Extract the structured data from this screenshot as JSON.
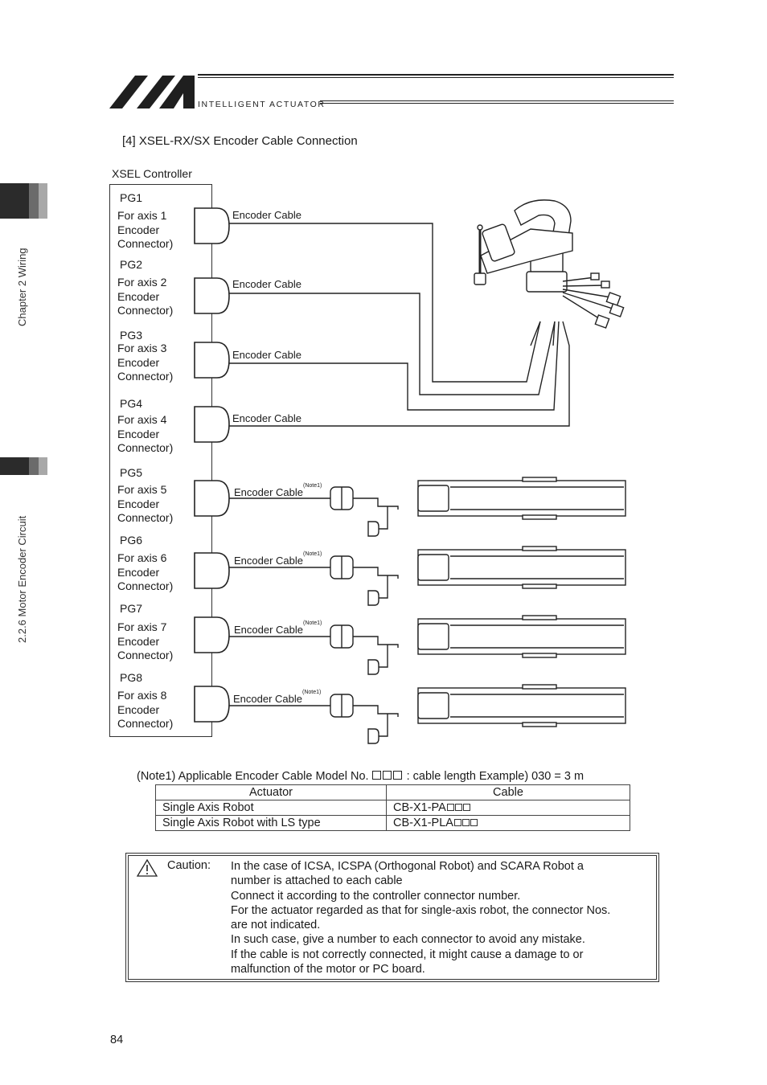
{
  "header": {
    "brand": "INTELLIGENT ACTUATOR"
  },
  "side_tabs": {
    "chapter": "Chapter 2 Wiring",
    "section": "2.2.6 Motor Encoder Circuit"
  },
  "section_title": "[4]   XSEL-RX/SX Encoder Cable Connection",
  "controller_label": "XSEL Controller",
  "ports": [
    {
      "pg": "PG1",
      "line1": "For axis 1",
      "line2": "Encoder",
      "line3": "Connector)",
      "cable": "Encoder Cable",
      "note": ""
    },
    {
      "pg": "PG2",
      "line1": "For axis 2",
      "line2": "Encoder",
      "line3": "Connector)",
      "cable": "Encoder Cable",
      "note": ""
    },
    {
      "pg": "PG3",
      "line1": "For axis 3",
      "line2": "Encoder",
      "line3": "Connector)",
      "cable": "Encoder Cable",
      "note": ""
    },
    {
      "pg": "PG4",
      "line1": "For axis 4",
      "line2": "Encoder",
      "line3": "Connector)",
      "cable": "Encoder Cable",
      "note": ""
    },
    {
      "pg": "PG5",
      "line1": "For axis 5",
      "line2": "Encoder",
      "line3": "Connector)",
      "cable": "Encoder Cable",
      "note": "(Note1)"
    },
    {
      "pg": "PG6",
      "line1": "For axis 6",
      "line2": "Encoder",
      "line3": "Connector)",
      "cable": "Encoder Cable",
      "note": "(Note1)"
    },
    {
      "pg": "PG7",
      "line1": "For axis 7",
      "line2": "Encoder",
      "line3": "Connector)",
      "cable": "Encoder Cable",
      "note": "(Note1)"
    },
    {
      "pg": "PG8",
      "line1": "For axis 8",
      "line2": "Encoder",
      "line3": "Connector)",
      "cable": "Encoder Cable",
      "note": "(Note1)"
    }
  ],
  "note1": {
    "prefix": "(Note1)  Applicable Encoder Cable Model No.",
    "suffix": " : cable length    Example) 030 = 3 m"
  },
  "cable_table": {
    "headers": [
      "Actuator",
      "Cable"
    ],
    "rows": [
      {
        "actuator": "Single Axis Robot",
        "cable": "CB-X1-PA"
      },
      {
        "actuator": "Single Axis Robot with LS type",
        "cable": "CB-X1-PLA"
      }
    ]
  },
  "caution": {
    "label": "Caution:",
    "lines": [
      "In the case of ICSA, ICSPA (Orthogonal Robot) and SCARA Robot a",
      "number is attached to each cable",
      "Connect it according to the controller connector number.",
      "For the actuator regarded as that for single-axis robot, the connector Nos.",
      "are not indicated.",
      "In such case, give a number to each connector to avoid any mistake.",
      "If the cable is not correctly connected, it might cause a damage to or",
      "malfunction of the motor or PC board."
    ]
  },
  "page_number": "84",
  "colors": {
    "ink": "#1a1a1a",
    "tab_dark": "#2b2b2b",
    "tab_mid": "#6b6b6b",
    "tab_light": "#a8a8a8"
  }
}
